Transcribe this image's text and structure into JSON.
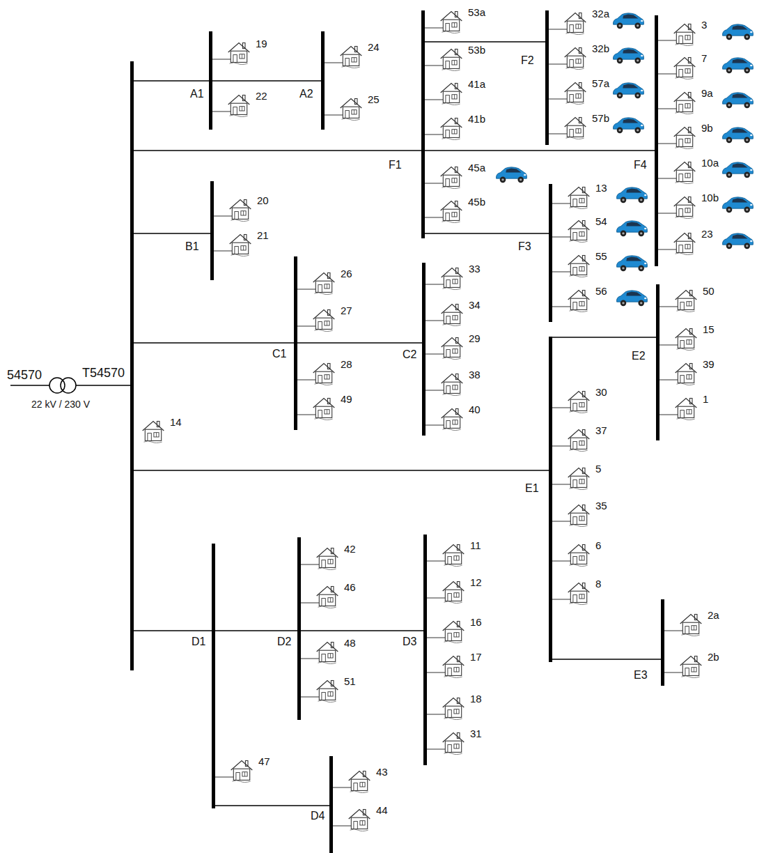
{
  "diagram": {
    "nodes": [
      {
        "text": [
          "T54570"
        ]
      },
      {
        "text": [
          "A1"
        ]
      },
      {
        "text": [
          "A2"
        ]
      },
      {
        "text": [
          "F1"
        ]
      },
      {
        "text": [
          "F2"
        ]
      },
      {
        "text": [
          "F4"
        ]
      },
      {
        "text": [
          "F3"
        ]
      },
      {
        "text": [
          "B1"
        ]
      },
      {
        "text": [
          "C1"
        ]
      },
      {
        "text": [
          "C2"
        ]
      },
      {
        "text": [
          "E1"
        ]
      },
      {
        "text": [
          "E2"
        ]
      },
      {
        "text": [
          "E3"
        ]
      },
      {
        "text": [
          "D1"
        ]
      },
      {
        "text": [
          "D2"
        ]
      },
      {
        "text": [
          "D3"
        ]
      },
      {
        "text": [
          "D4"
        ]
      }
    ],
    "edges": [
      {
        "from": 0,
        "to": 1,
        "arrow": "none"
      },
      {
        "from": 1,
        "to": 2,
        "arrow": "none"
      },
      {
        "from": 0,
        "to": 3,
        "arrow": "none"
      },
      {
        "from": 3,
        "to": 4,
        "arrow": "none"
      },
      {
        "from": 3,
        "to": 5,
        "arrow": "none"
      },
      {
        "from": 3,
        "to": 6,
        "arrow": "none"
      },
      {
        "from": 0,
        "to": 7,
        "arrow": "none"
      },
      {
        "from": 0,
        "to": 8,
        "arrow": "none"
      },
      {
        "from": 8,
        "to": 9,
        "arrow": "none"
      },
      {
        "from": 0,
        "to": 10,
        "arrow": "none"
      },
      {
        "from": 10,
        "to": 11,
        "arrow": "none"
      },
      {
        "from": 10,
        "to": 12,
        "arrow": "none"
      },
      {
        "from": 0,
        "to": 13,
        "arrow": "none"
      },
      {
        "from": 13,
        "to": 14,
        "arrow": "none"
      },
      {
        "from": 14,
        "to": 15,
        "arrow": "none"
      },
      {
        "from": 13,
        "to": 16,
        "arrow": "none"
      }
    ],
    "labels": [
      "54570",
      "22 kV / 230 V",
      "19",
      "22",
      "24",
      "25",
      "53a",
      "53b",
      "41a",
      "41b",
      "45a",
      "45b",
      "32a",
      "32b",
      "57a",
      "57b",
      "3",
      "7",
      "9a",
      "9b",
      "10a",
      "10b",
      "23",
      "13",
      "54",
      "55",
      "56",
      "20",
      "21",
      "14",
      "26",
      "27",
      "28",
      "49",
      "33",
      "34",
      "29",
      "38",
      "40",
      "30",
      "37",
      "5",
      "35",
      "6",
      "8",
      "50",
      "15",
      "39",
      "1",
      "2a",
      "2b",
      "42",
      "46",
      "48",
      "51",
      "11",
      "12",
      "16",
      "17",
      "18",
      "31",
      "47",
      "43",
      "44"
    ]
  }
}
